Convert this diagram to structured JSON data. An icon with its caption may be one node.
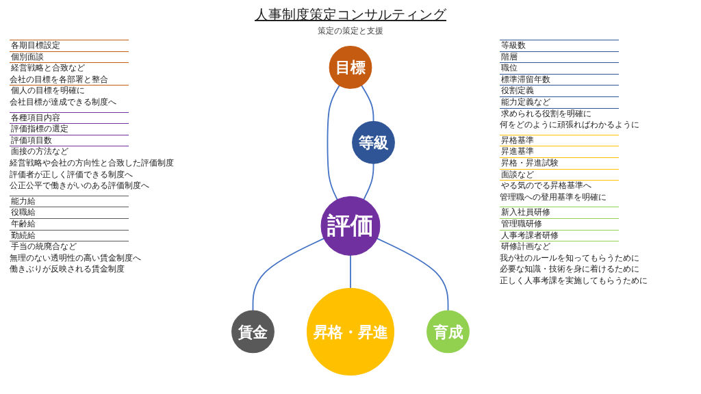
{
  "diagram": {
    "title": "人事制度策定コンサルティング",
    "caption": "策定の策定と支援",
    "nodes": [
      {
        "text": [
          "目標"
        ],
        "beside": [
          "各期目標設定",
          "個別面談",
          "経営戦略と合致など",
          "会社の目標を各部署と整合",
          "個人の目標を明確に",
          "会社目標が達成できる制度へ"
        ]
      },
      {
        "text": [
          "等級"
        ],
        "beside": [
          "等級数",
          "階層",
          "職位",
          "標準滞留年数",
          "役割定義",
          "能力定義など",
          "求められる役割を明確に",
          "何をどのように頑張ればわかるように"
        ]
      },
      {
        "text": [
          "評価"
        ],
        "beside": [
          "各種項目内容",
          "評価指標の選定",
          "評価項目数",
          "面接の方法など",
          "経営戦略や会社の方向性と合致した評価制度",
          "評価者が正しく評価できる制度へ",
          "公正公平で働きがいのある評価制度へ"
        ]
      },
      {
        "text": [
          "賃金"
        ],
        "beside": [
          "能力給",
          "役職給",
          "年齢給",
          "勤続給",
          "手当の統廃合など",
          "無理のない透明性の高い賃金制度へ",
          "働きぶりが反映される賃金制度"
        ]
      },
      {
        "text": [
          "昇格・昇進"
        ],
        "beside": [
          "昇格基準",
          "昇進基準",
          "昇格・昇進試験",
          "面談など",
          "やる気のでる昇格基準へ",
          "管理職への登用基準を明確に"
        ]
      },
      {
        "text": [
          "育成"
        ],
        "beside": [
          "新入社員研修",
          "管理職研修",
          "人事考課者研修",
          "研修計画など",
          "我が社のルールを知ってもらうために",
          "必要な知識・技術を身に着けるために",
          "正しく人事考課を実施してもらうために"
        ]
      }
    ],
    "edges": [
      {
        "from": 0,
        "to": 1,
        "arrow": "none"
      },
      {
        "from": 0,
        "to": 2,
        "arrow": "none"
      },
      {
        "from": 1,
        "to": 2,
        "arrow": "none"
      },
      {
        "from": 2,
        "to": 3,
        "arrow": "none"
      },
      {
        "from": 2,
        "to": 4,
        "arrow": "none"
      },
      {
        "from": 2,
        "to": 5,
        "arrow": "none"
      }
    ]
  }
}
